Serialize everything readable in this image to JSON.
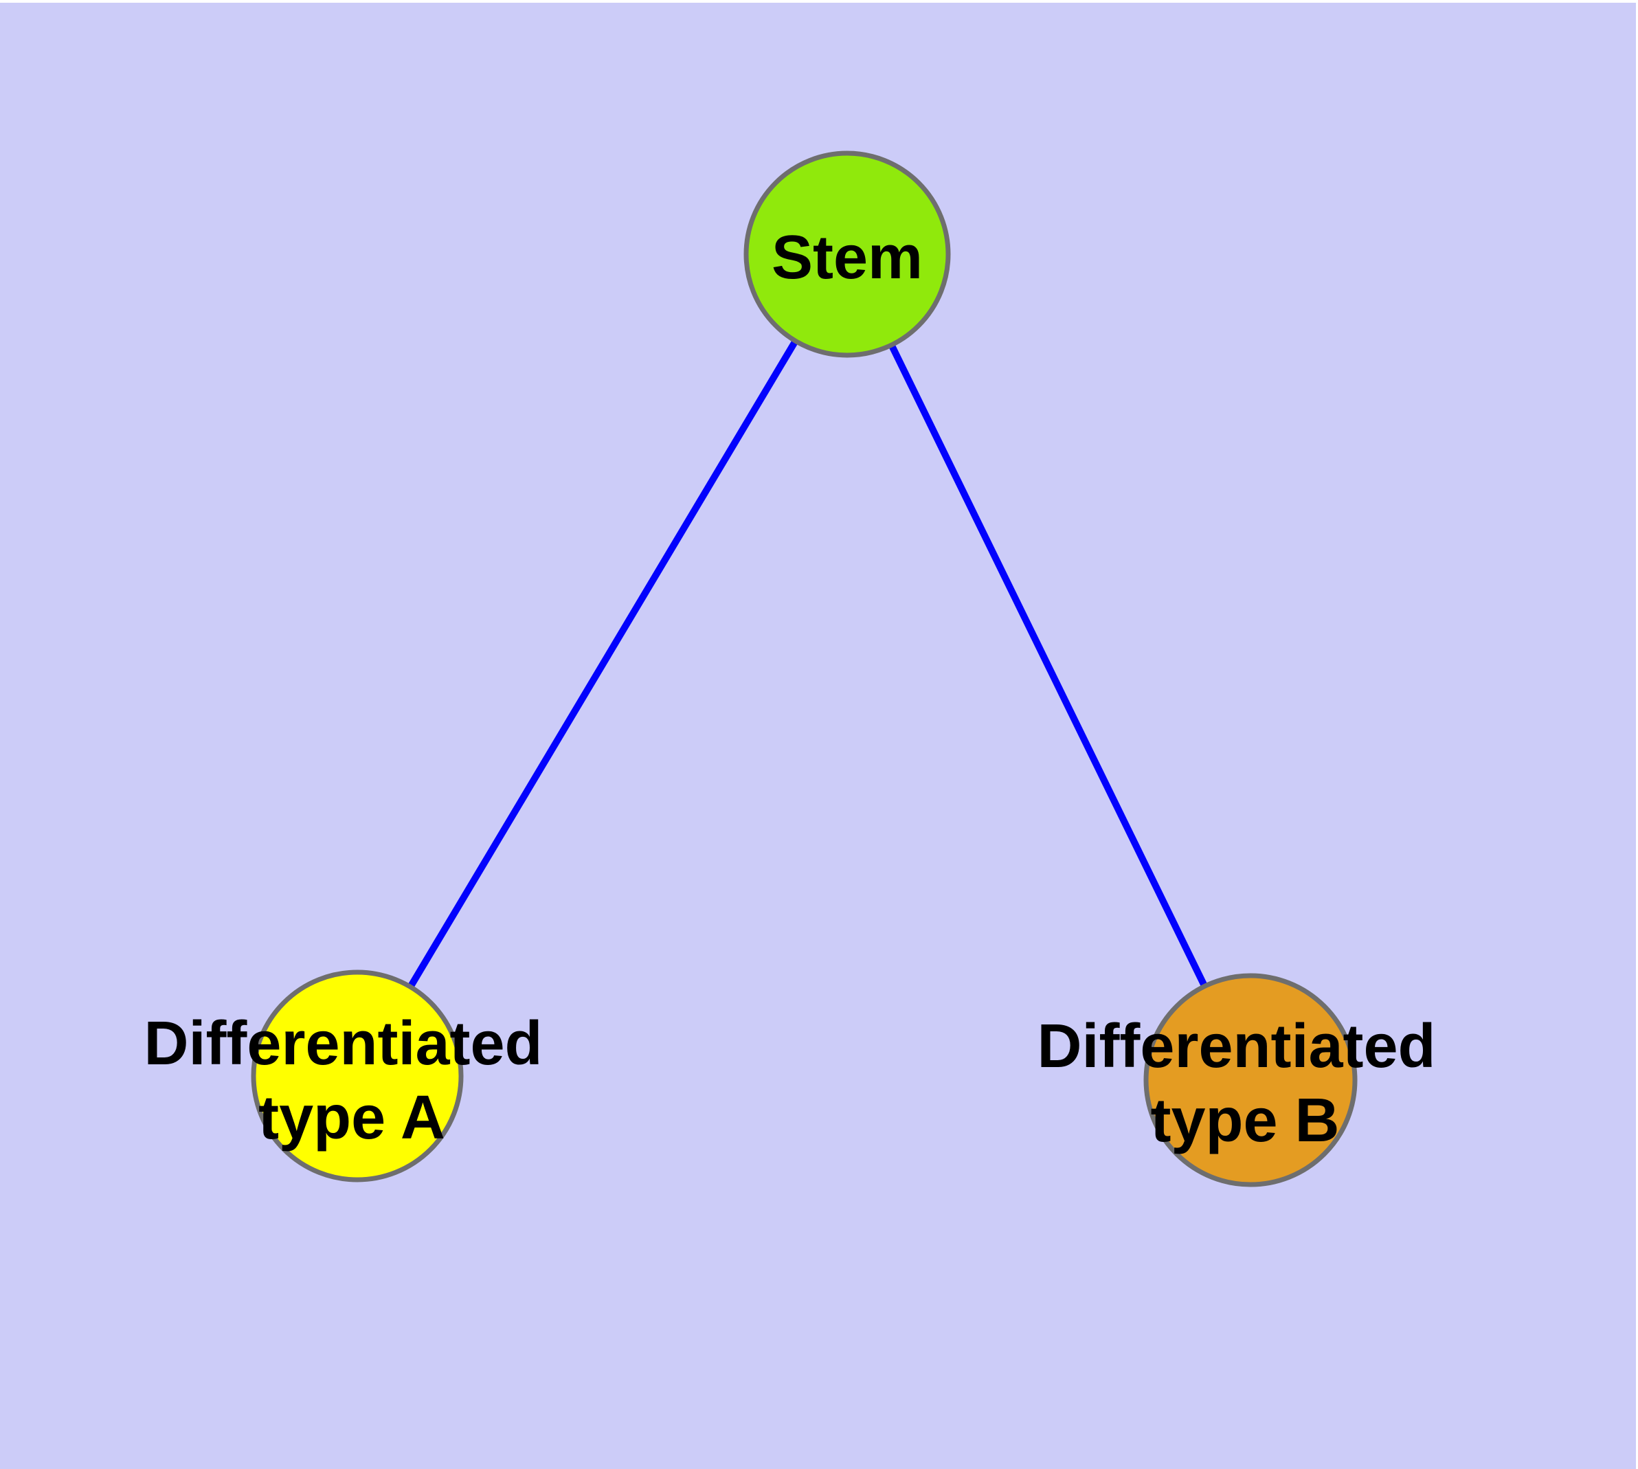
{
  "diagram": {
    "type": "node-link-graph",
    "canvas_background_color": "#ccccf8",
    "frame_color": "#ffffff",
    "edge_color": "#0202fd",
    "node_border_color": "#6e6e6e",
    "label_color": "#000000",
    "nodes": [
      {
        "id": "stem",
        "label": "Stem",
        "label_lines": [
          "Stem"
        ],
        "fill_color": "#90e90c"
      },
      {
        "id": "differentiated-type-a",
        "label": "Differentiated type A",
        "label_lines": [
          "Differentiated",
          "type A"
        ],
        "fill_color": "#ffff00"
      },
      {
        "id": "differentiated-type-b",
        "label": "Differentiated type B",
        "label_lines": [
          "Differentiated",
          "type B"
        ],
        "fill_color": "#e49c22"
      }
    ],
    "edges": [
      {
        "from": "Stem",
        "to": "Differentiated type A"
      },
      {
        "from": "Stem",
        "to": "Differentiated type B"
      }
    ]
  }
}
